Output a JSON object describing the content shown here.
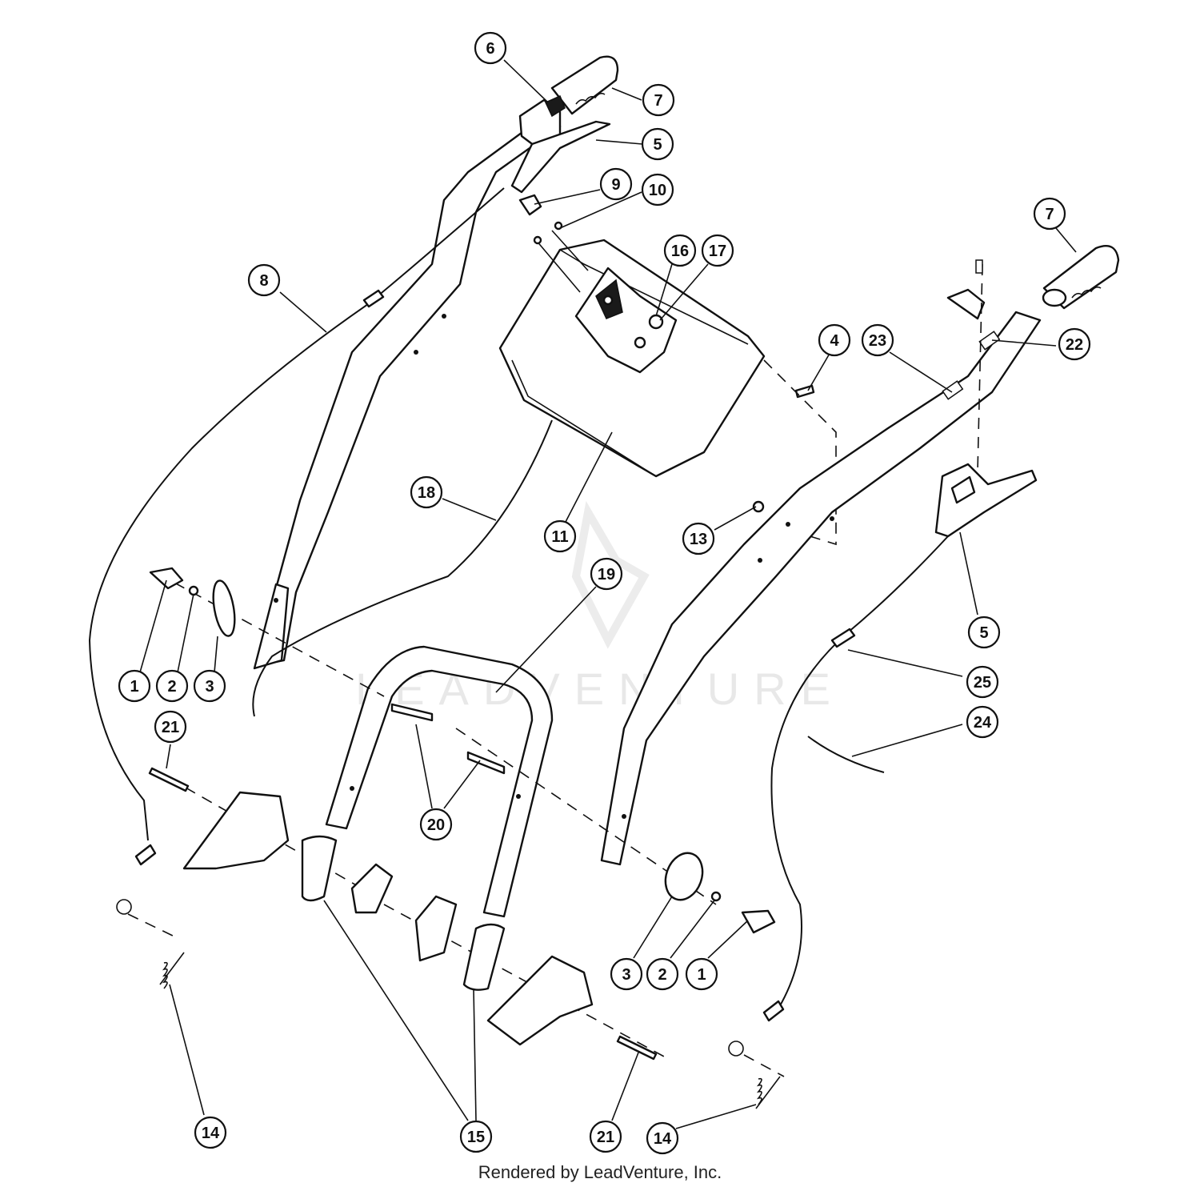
{
  "footer": {
    "text": "Rendered by LeadVenture, Inc."
  },
  "watermark": {
    "text": "LEADVENTURE"
  },
  "callouts": [
    {
      "id": "c6",
      "label": "6"
    },
    {
      "id": "c7a",
      "label": "7"
    },
    {
      "id": "c5a",
      "label": "5"
    },
    {
      "id": "c9",
      "label": "9"
    },
    {
      "id": "c10",
      "label": "10"
    },
    {
      "id": "c7b",
      "label": "7"
    },
    {
      "id": "c16",
      "label": "16"
    },
    {
      "id": "c17",
      "label": "17"
    },
    {
      "id": "c8",
      "label": "8"
    },
    {
      "id": "c4",
      "label": "4"
    },
    {
      "id": "c23",
      "label": "23"
    },
    {
      "id": "c22",
      "label": "22"
    },
    {
      "id": "c18",
      "label": "18"
    },
    {
      "id": "c11",
      "label": "11"
    },
    {
      "id": "c13",
      "label": "13"
    },
    {
      "id": "c19",
      "label": "19"
    },
    {
      "id": "c5b",
      "label": "5"
    },
    {
      "id": "c1a",
      "label": "1"
    },
    {
      "id": "c2a",
      "label": "2"
    },
    {
      "id": "c3a",
      "label": "3"
    },
    {
      "id": "c25",
      "label": "25"
    },
    {
      "id": "c21a",
      "label": "21"
    },
    {
      "id": "c24",
      "label": "24"
    },
    {
      "id": "c20",
      "label": "20"
    },
    {
      "id": "c3b",
      "label": "3"
    },
    {
      "id": "c2b",
      "label": "2"
    },
    {
      "id": "c1b",
      "label": "1"
    },
    {
      "id": "c14a",
      "label": "14"
    },
    {
      "id": "c15",
      "label": "15"
    },
    {
      "id": "c21b",
      "label": "21"
    },
    {
      "id": "c14b",
      "label": "14"
    }
  ]
}
